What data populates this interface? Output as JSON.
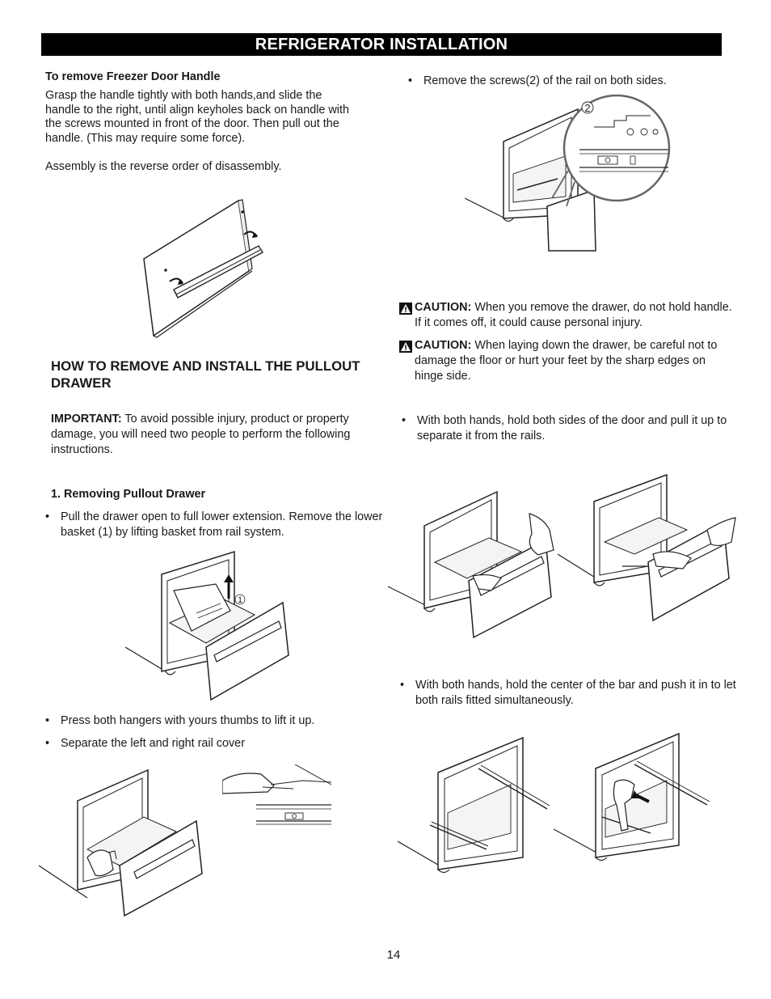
{
  "page_title": "REFRIGERATOR INSTALLATION",
  "freezer_handle": {
    "heading": "To remove Freezer Door Handle",
    "body": "Grasp the handle tightly with both hands,and slide the handle to the right, until align keyholes back on handle with the screws mounted in front of the door. Then pull out the handle. (This may require some force).",
    "assembly": "Assembly is the reverse order of disassembly."
  },
  "pullout": {
    "heading": "HOW TO REMOVE AND INSTALL THE PULLOUT DRAWER",
    "important_label": "IMPORTANT:",
    "important_text": "To avoid possible injury, product or property damage, you will need two people to perform the following instructions.",
    "step1_heading": "1. Removing Pullout Drawer",
    "bullet_basket": "Pull the drawer open to full lower extension. Remove the lower basket (1) by lifting basket from rail system.",
    "bullet_hangers": "Press both hangers with yours thumbs to lift it up.",
    "bullet_rail_cover": "Separate the left and right rail cover"
  },
  "right_column": {
    "bullet_screws": "Remove the screws(2) of the rail on both sides.",
    "caution_label": "CAUTION:",
    "caution1": "When you remove the drawer, do not hold handle. If it comes off, it could cause personal injury.",
    "caution2": "When laying down the drawer, be careful not to damage the floor or hurt your feet by the sharp edges on hinge side.",
    "bullet_separate": "With both hands, hold both sides of the door and pull it up to separate it from the rails.",
    "bullet_push": "With both hands, hold the center of the bar and push it in to let both rails fitted simultaneously."
  },
  "callouts": {
    "screw_number": "2",
    "basket_number": "1"
  },
  "bullet_char": "•",
  "page_number": "14",
  "colors": {
    "banner": "#000000",
    "line": "#222222"
  }
}
